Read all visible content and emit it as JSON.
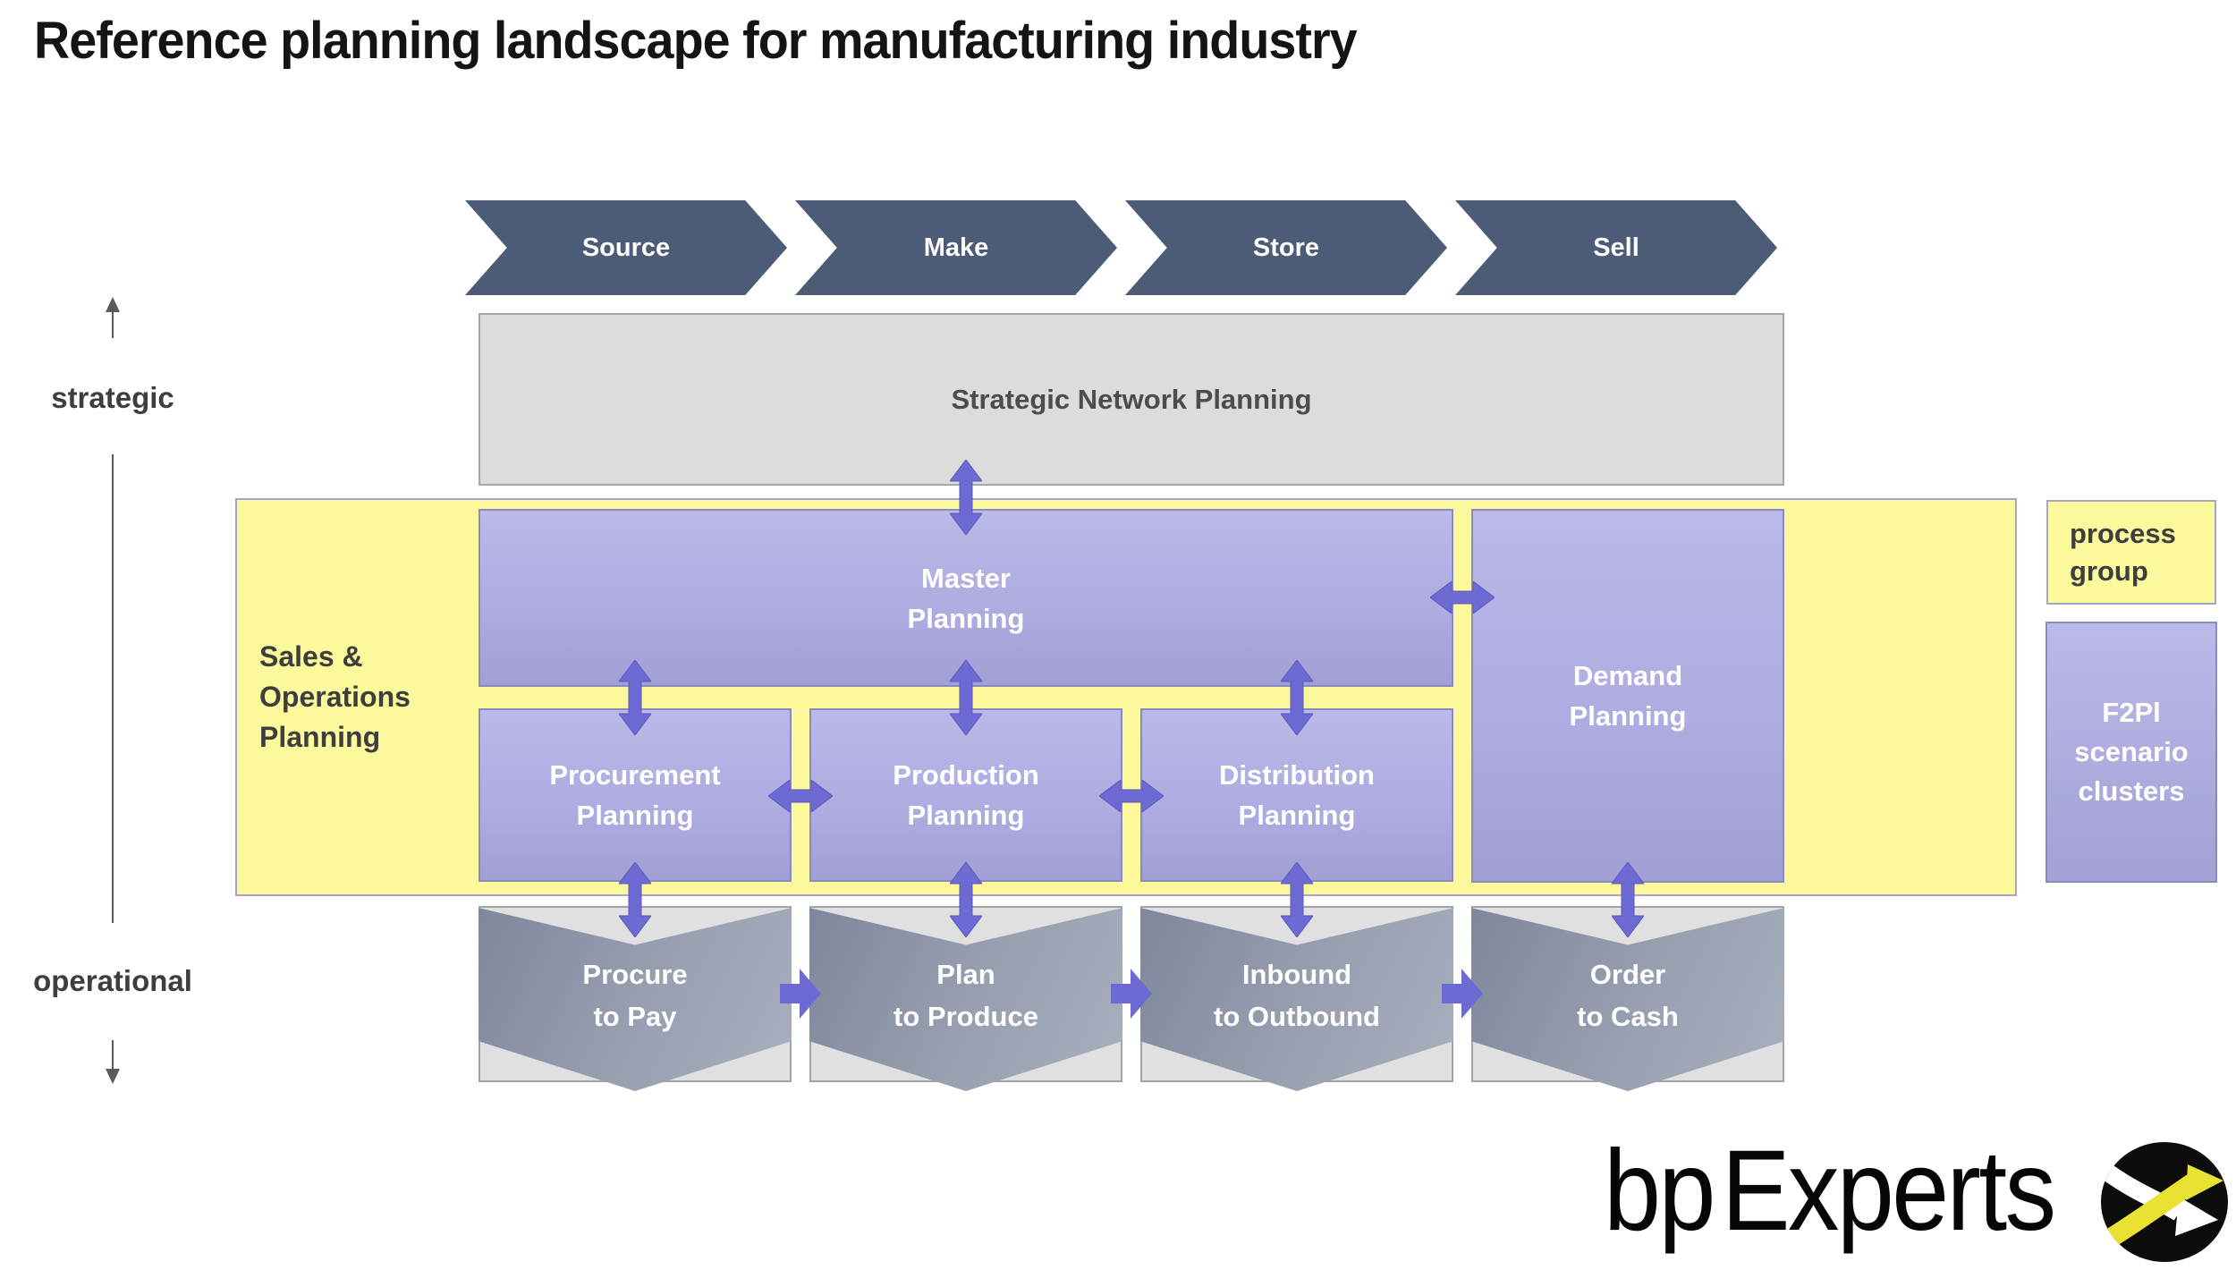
{
  "title": "Reference planning landscape for manufacturing industry",
  "value_chain": {
    "items": [
      "Source",
      "Make",
      "Store",
      "Sell"
    ]
  },
  "axis": {
    "top_label": "strategic",
    "bottom_label": "operational"
  },
  "snp": {
    "label": "Strategic Network Planning"
  },
  "sop": {
    "lines": [
      "Sales &",
      "Operations",
      "Planning"
    ]
  },
  "planning_boxes": {
    "master": {
      "lines": [
        "Master",
        "Planning"
      ]
    },
    "demand": {
      "lines": [
        "Demand",
        "Planning"
      ]
    },
    "procurement": {
      "lines": [
        "Procurement",
        "Planning"
      ]
    },
    "production": {
      "lines": [
        "Production",
        "Planning"
      ]
    },
    "distribution": {
      "lines": [
        "Distribution",
        "Planning"
      ]
    }
  },
  "banners": [
    {
      "lines": [
        "Procure",
        "to Pay"
      ]
    },
    {
      "lines": [
        "Plan",
        "to Produce"
      ]
    },
    {
      "lines": [
        "Inbound",
        "to Outbound"
      ]
    },
    {
      "lines": [
        "Order",
        "to Cash"
      ]
    }
  ],
  "legend": {
    "process_group": {
      "lines": [
        "process",
        "group"
      ]
    },
    "scenario_cluster": {
      "lines": [
        "F2Pl",
        "scenario",
        "clusters"
      ]
    }
  },
  "logo": {
    "bp": "bp",
    "experts": "Experts"
  },
  "colors": {
    "chevron_slate": "#4c5b76",
    "process_group_yellow": "#fbf99c",
    "scenario_cluster_purple": "#aeace0",
    "arrow_purple": "#6d6ad4",
    "snp_gray": "#dcdcdc",
    "banner_gray": "#98a0b1",
    "logo_yellow": "#e9e233"
  }
}
